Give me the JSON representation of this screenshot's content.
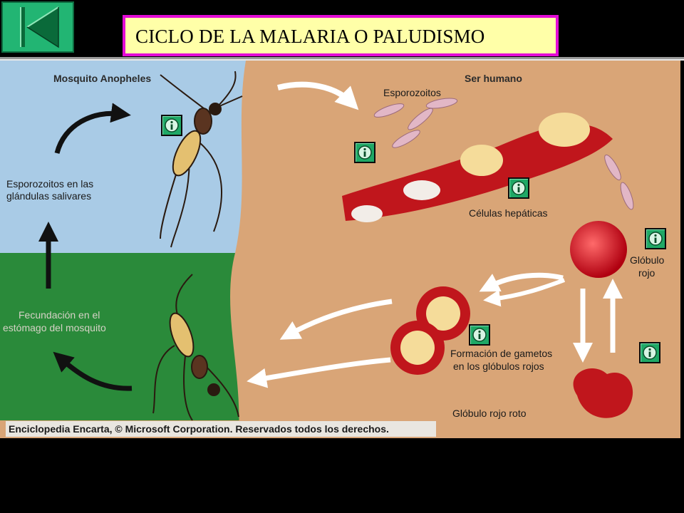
{
  "title": "CICLO DE LA MALARIA O PALUDISMO",
  "colors": {
    "nav": "#22b573",
    "title_bg": "#ffffa8",
    "title_border": "#e30bd6",
    "info_button": "#1fa866"
  },
  "icons": {
    "nav": "skip-back-icon",
    "info": "info-icon"
  },
  "diagram": {
    "left_heading": "Mosquito Anopheles",
    "right_heading": "Ser humano",
    "labels": {
      "salivary_1": "Esporozoitos en las",
      "salivary_2": "glándulas salivares",
      "fertilization_1": "Fecundación en el",
      "fertilization_2": "estómago del mosquito",
      "sporozoites": "Esporozoitos",
      "liver": "Células hepáticas",
      "rbc_1": "Glóbulo",
      "rbc_2": "rojo",
      "gametes_1": "Formación de gametos",
      "gametes_2": "en los glóbulos rojos",
      "broken_rbc": "Glóbulo rojo roto"
    },
    "credit": "Enciclopedia Encarta, © Microsoft Corporation. Reservados todos los derechos."
  }
}
